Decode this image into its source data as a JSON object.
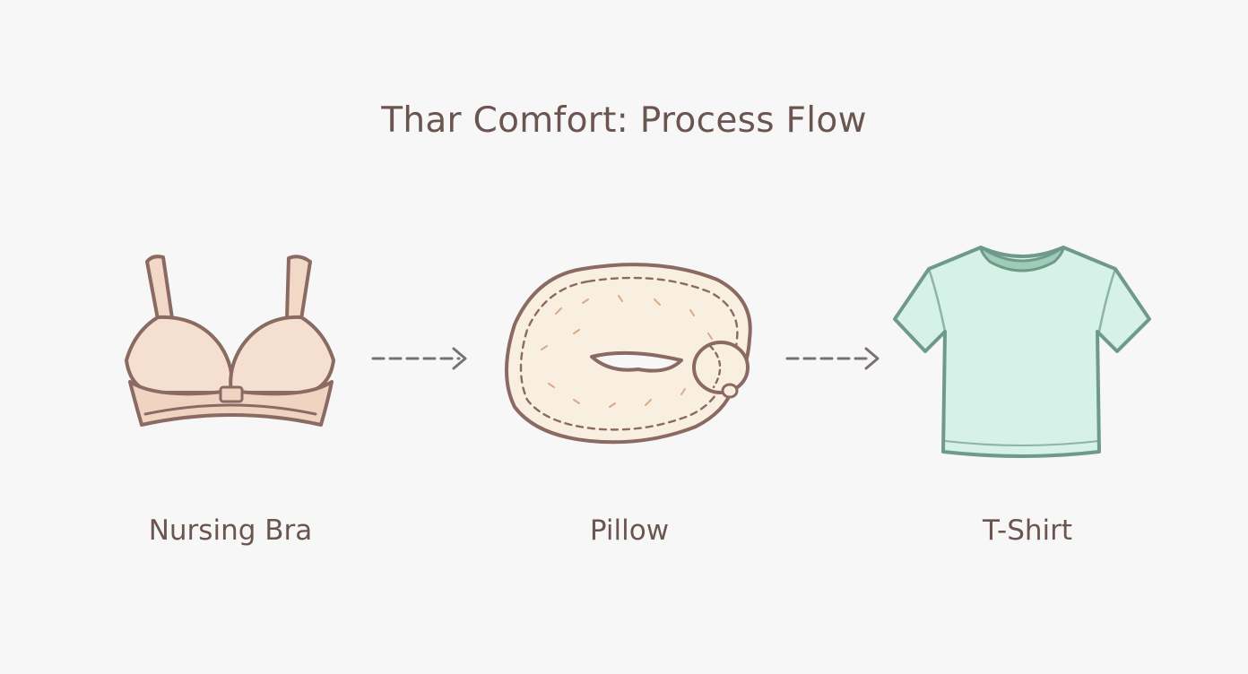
{
  "diagram": {
    "title": "Thar Comfort: Process Flow",
    "steps": [
      {
        "label": "Nursing Bra",
        "icon": "nursing-bra-icon",
        "color": "#f5dfd0"
      },
      {
        "label": "Pillow",
        "icon": "nursing-pillow-icon",
        "color": "#f8efe1"
      },
      {
        "label": "T-Shirt",
        "icon": "t-shirt-icon",
        "color": "#d5f1e8"
      }
    ],
    "connectors": [
      {
        "from": "Nursing Bra",
        "to": "Pillow",
        "style": "dashed-arrow"
      },
      {
        "from": "Pillow",
        "to": "T-Shirt",
        "style": "dashed-arrow"
      }
    ],
    "colors": {
      "background": "#f8f7f7",
      "text": "#6b5550",
      "outline_brown": "#8a6a62",
      "outline_green": "#6f9a8a",
      "arrow": "#7a7272"
    }
  }
}
